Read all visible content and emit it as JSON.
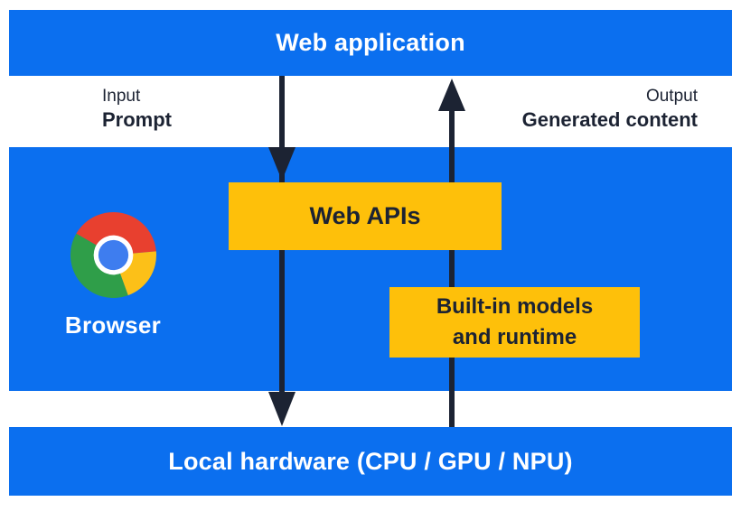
{
  "colors": {
    "blue": "#0B6FEF",
    "yellow": "#FEC00A",
    "navy": "#1C2333",
    "logo_red": "#E8402F",
    "logo_green": "#2F9E49",
    "logo_yellow": "#FCC018",
    "logo_center_blue": "#3E7DEF",
    "logo_ring_white": "#FFFFFF"
  },
  "layers": {
    "web_application": {
      "label": "Web application"
    },
    "browser": {
      "label": "Browser"
    },
    "local_hardware": {
      "label": "Local hardware (CPU / GPU / NPU)"
    }
  },
  "flows": {
    "input": {
      "caption": "Input",
      "value": "Prompt"
    },
    "output": {
      "caption": "Output",
      "value": "Generated content"
    }
  },
  "boxes": {
    "web_apis": {
      "label": "Web APIs"
    },
    "builtin_models": {
      "line1": "Built-in models",
      "line2": "and runtime"
    }
  },
  "icons": {
    "chrome_logo": "chrome-browser-logo"
  }
}
